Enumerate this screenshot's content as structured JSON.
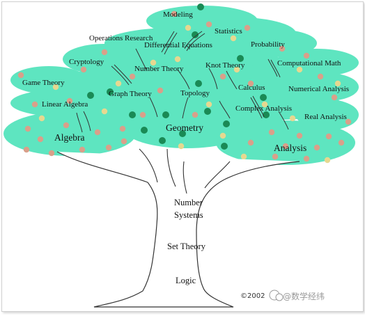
{
  "canopy_color": "#5ee5c0",
  "trunk_color": "#ffffff",
  "outline_color": "#333333",
  "node_dark_color": "#1a8a55",
  "labels": {
    "modeling": "Modeling",
    "statistics": "Statistics",
    "operations_research": "Operations Research",
    "differential_equations": "Differential Equations",
    "probability": "Probability",
    "cryptology": "Cryptology",
    "number_theory": "Number Theory",
    "knot_theory": "Knot Theory",
    "computational_math": "Computational Math",
    "game_theory": "Game Theory",
    "calculus": "Calculus",
    "numerical_analysis": "Numerical Analysis",
    "graph_theory": "Graph Theory",
    "topology": "Topology",
    "linear_algebra": "Linear Algebra",
    "complex_analysis": "Complex Analysis",
    "real_analysis": "Real Analysis",
    "geometry": "Geometry",
    "algebra": "Algebra",
    "analysis": "Analysis"
  },
  "roots": {
    "number": "Number",
    "systems": "Systems",
    "set_theory": "Set Theory",
    "logic": "Logic"
  },
  "watermark": {
    "copyright": "©2002",
    "handle": "@数学经纬"
  }
}
